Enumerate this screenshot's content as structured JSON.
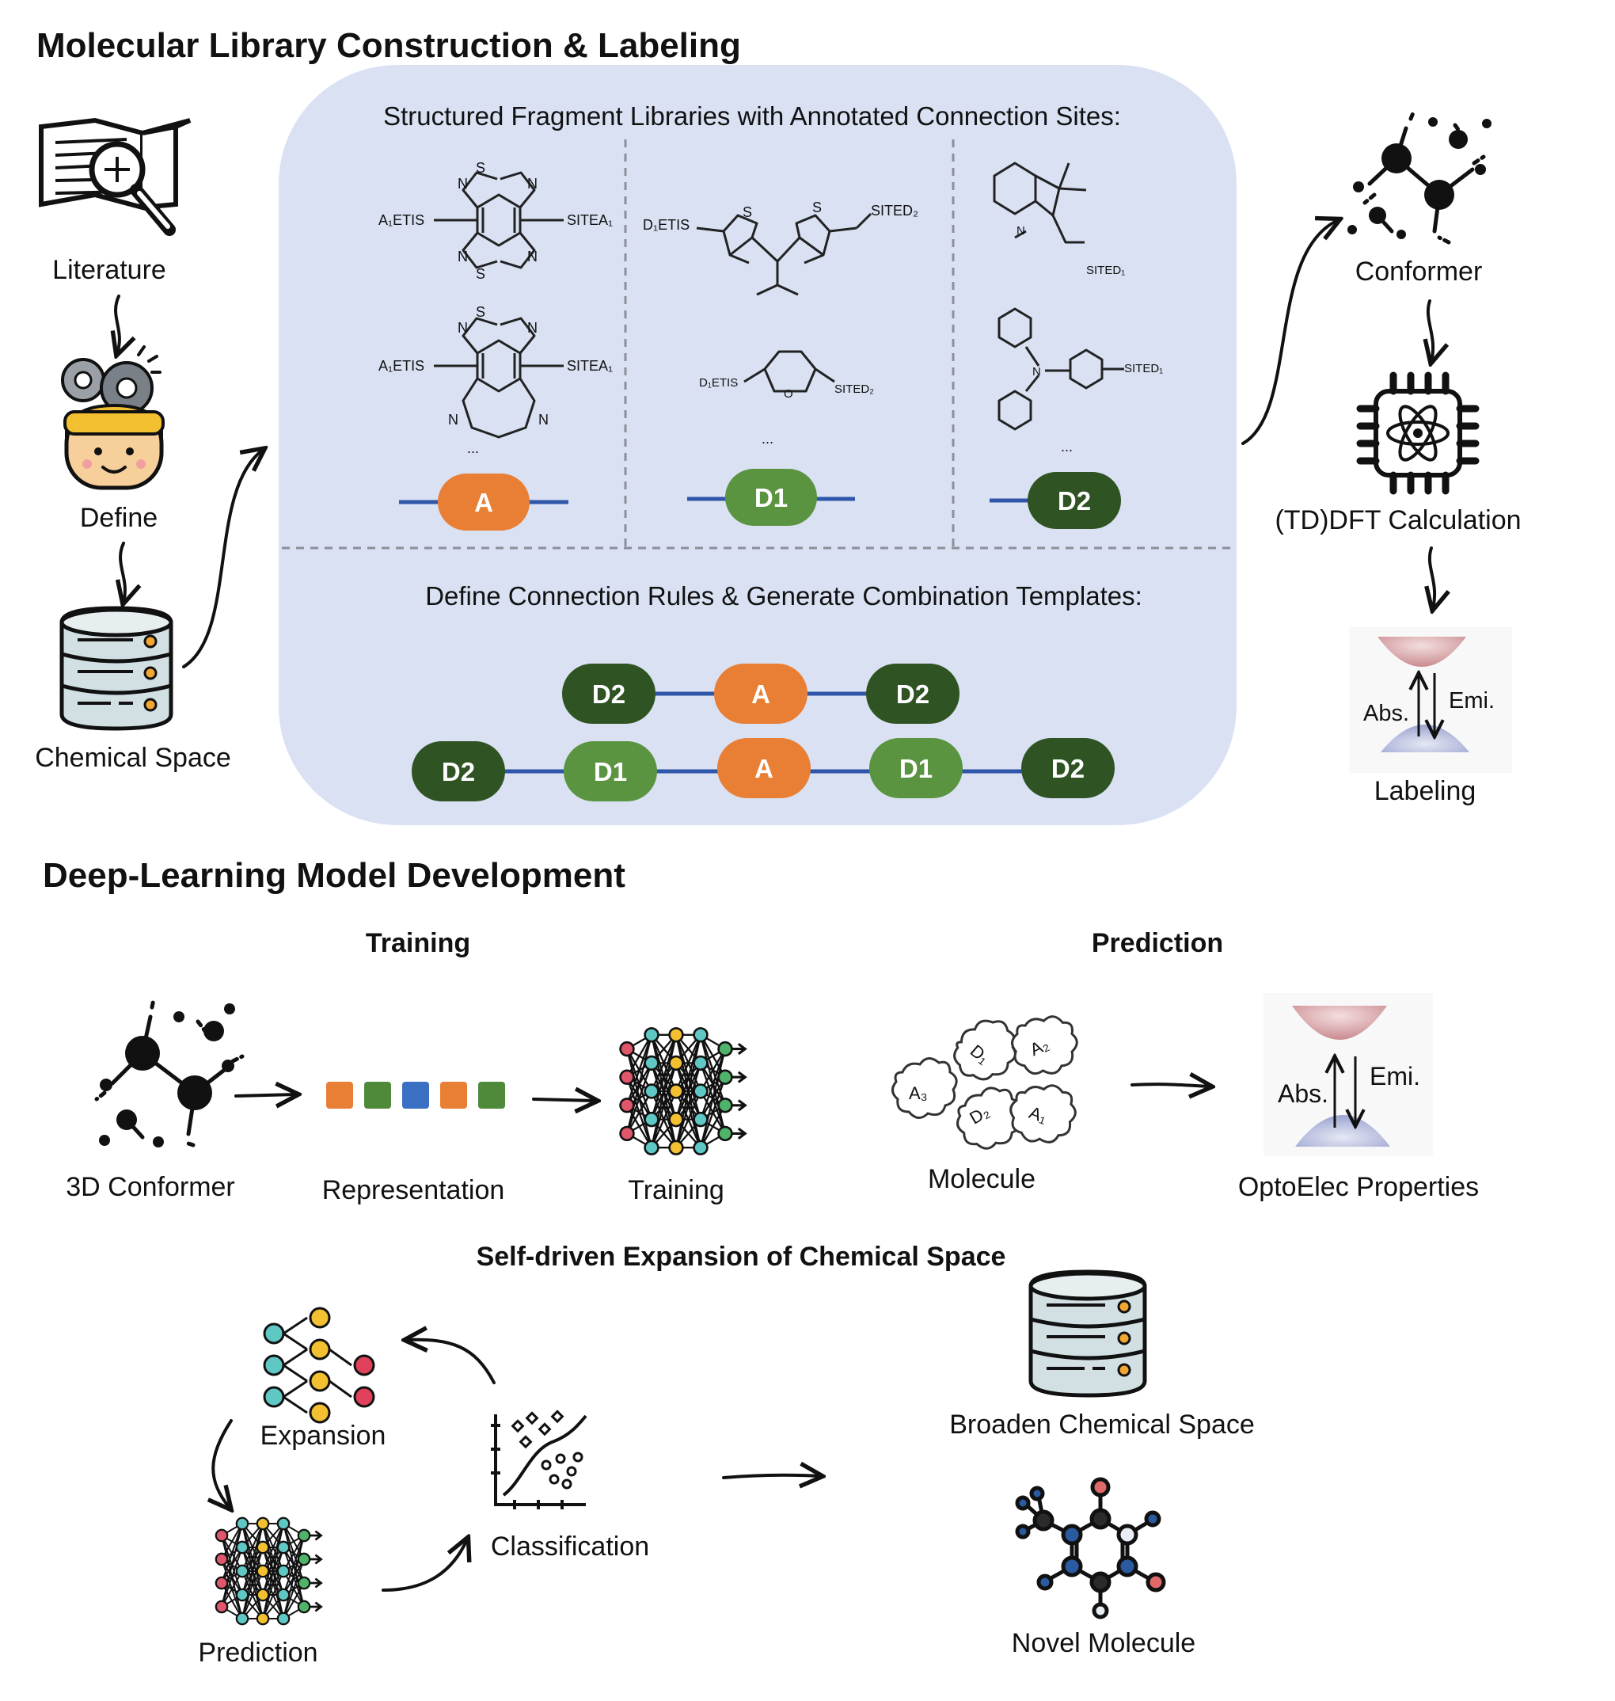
{
  "section1": {
    "title": "Molecular Library Construction & Labeling",
    "left_flow": [
      "Literature",
      "Define",
      "Chemical Space"
    ],
    "panel_top_heading": "Structured Fragment Libraries with Annotated Connection Sites:",
    "panel_bottom_heading": "Define Connection Rules & Generate Combination Templates:",
    "fragment_labels": {
      "acceptor_left": "A₁ETIS",
      "acceptor_right": "SITEA₁",
      "donor1_left": "D₁ETIS",
      "donor1_right": "SITED₂",
      "donor2_site": "SITED₁",
      "ellipsis": "...",
      "atom_s": "S",
      "atom_n": "N",
      "atom_o": "O"
    },
    "fragment_pills": [
      "A",
      "D1",
      "D2"
    ],
    "template_row1": [
      "D2",
      "A",
      "D2"
    ],
    "template_row2": [
      "D2",
      "D1",
      "A",
      "D1",
      "D2"
    ],
    "right_flow": [
      "Conformer",
      "(TD)DFT Calculation",
      "Labeling"
    ],
    "energy_labels": {
      "abs": "Abs.",
      "emi": "Emi."
    }
  },
  "section2": {
    "title": "Deep-Learning Model Development",
    "training_heading": "Training",
    "prediction_heading": "Prediction",
    "training_steps": [
      "3D Conformer",
      "Representation",
      "Training"
    ],
    "prediction_steps": [
      "Molecule",
      "OptoElec Properties"
    ],
    "molecule_pieces": [
      "A₃",
      "D₁",
      "A₂",
      "D₂",
      "A₁"
    ],
    "energy_labels": {
      "abs": "Abs.",
      "emi": "Emi."
    },
    "representation_colors": [
      "#e97f35",
      "#4e8a3a",
      "#3a6fc4",
      "#e97f35",
      "#4e8a3a"
    ],
    "expansion_heading": "Self-driven Expansion of Chemical Space",
    "cycle": [
      "Expansion",
      "Prediction",
      "Classification"
    ],
    "outcomes": [
      "Broaden Chemical Space",
      "Novel Molecule"
    ]
  },
  "colors": {
    "panel": "#d9e1f3",
    "acceptor": "#e97f35",
    "donor1": "#5b9440",
    "donor2": "#2f5323",
    "linker": "#2f56a8"
  }
}
